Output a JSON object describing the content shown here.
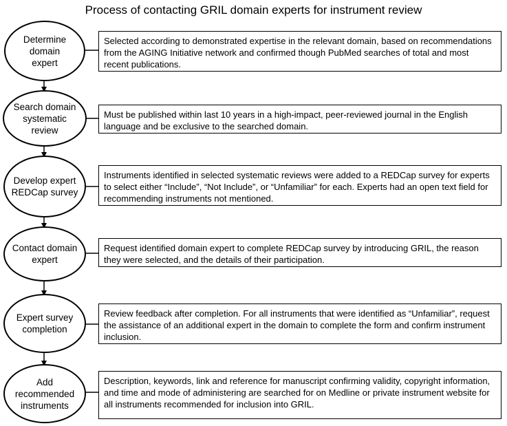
{
  "title": "Process of contacting GRIL domain experts for instrument review",
  "colors": {
    "stroke": "#000000",
    "background": "#ffffff"
  },
  "steps": [
    {
      "label": "Determine\ndomain\nexpert",
      "description": "Selected according to demonstrated expertise in the relevant domain, based on recommendations from the AGING Initiative network and confirmed though PubMed searches of total and most recent publications."
    },
    {
      "label": "Search domain\nsystematic review",
      "description": "Must be published within last 10 years in a high-impact, peer-reviewed journal in the English language and be exclusive to the searched domain."
    },
    {
      "label": "Develop expert\nREDCap survey",
      "description": "Instruments identified in selected systematic reviews were added to a REDCap survey for experts to select either “Include”, “Not Include”, or “Unfamiliar” for each. Experts had an open text field for recommending instruments not mentioned."
    },
    {
      "label": "Contact domain\nexpert",
      "description": "Request identified domain expert to complete REDCap survey by introducing GRIL, the reason they were selected, and the details of their participation."
    },
    {
      "label": "Expert survey\ncompletion",
      "description": "Review feedback after completion. For all instruments that were identified as “Unfamiliar”, request the assistance of an additional expert in the domain to complete the form and confirm instrument inclusion."
    },
    {
      "label": "Add\nrecommended\ninstruments",
      "description": "Description, keywords, link and reference for manuscript confirming validity, copyright information, and time and mode of administering are searched for on Medline or private instrument website for all instruments recommended for inclusion into GRIL."
    }
  ]
}
